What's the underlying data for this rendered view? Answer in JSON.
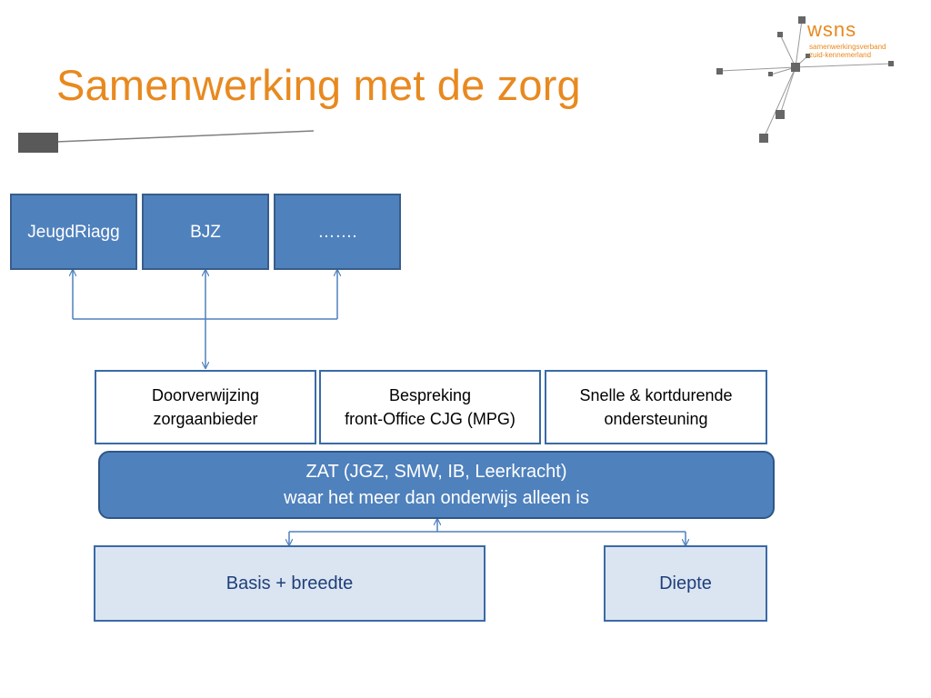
{
  "slide": {
    "title": "Samenwerking met de zorg"
  },
  "logo": {
    "name": "wsns",
    "sub_line_1": "samenwerkingsverband",
    "sub_line_2": "zuid-kennemerland"
  },
  "top_boxes": [
    {
      "label": "JeugdRiagg"
    },
    {
      "label": "BJZ"
    },
    {
      "label": "……."
    }
  ],
  "middle_boxes": [
    {
      "line1": "Doorverwijzing",
      "line2": "zorgaanbieder"
    },
    {
      "line1": "Bespreking",
      "line2": "front-Office CJG (MPG)"
    },
    {
      "line1": "Snelle & kortdurende",
      "line2": "ondersteuning"
    }
  ],
  "zat_box": {
    "line1": "ZAT (JGZ, SMW, IB, Leerkracht)",
    "line2": "waar het meer dan onderwijs alleen is"
  },
  "bottom_boxes": [
    {
      "label": "Basis + breedte"
    },
    {
      "label": "Diepte"
    }
  ],
  "colors": {
    "title": "#e8891f",
    "box_fill": "#4f81bd",
    "box_border": "#385d8a",
    "light_fill": "#dbe5f1",
    "connector": "#4f81bd"
  }
}
